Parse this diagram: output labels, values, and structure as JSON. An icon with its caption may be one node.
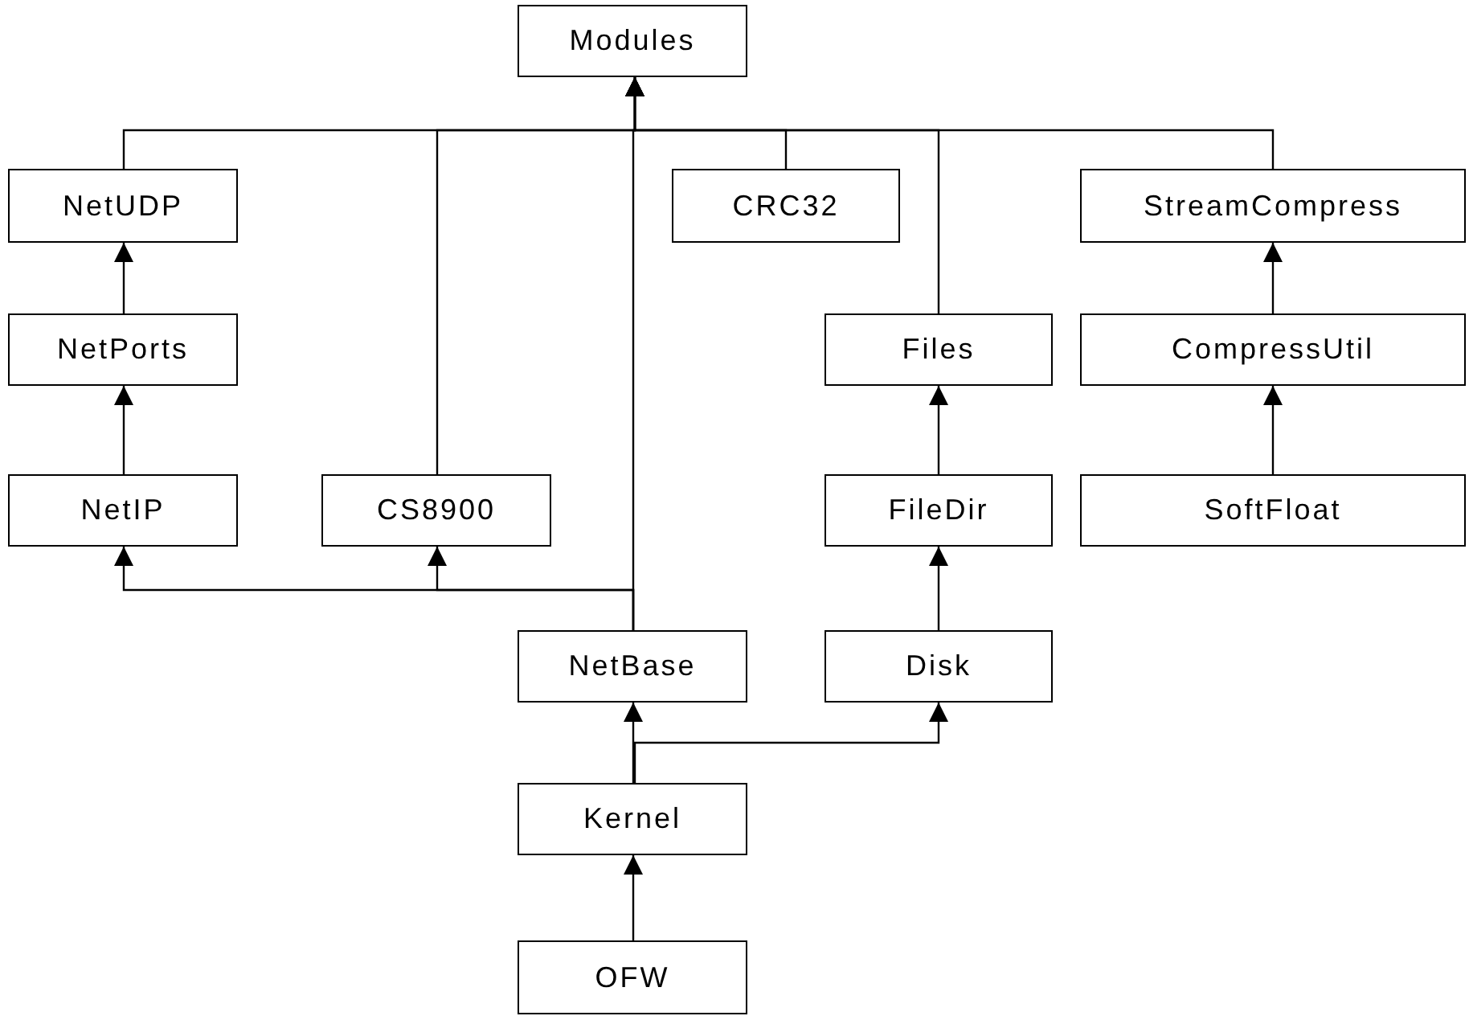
{
  "diagram": {
    "nodes": [
      {
        "text": [
          "Modules"
        ]
      },
      {
        "text": [
          "NetUDP"
        ]
      },
      {
        "text": [
          "CRC32"
        ]
      },
      {
        "text": [
          "StreamCompress"
        ]
      },
      {
        "text": [
          "NetPorts"
        ]
      },
      {
        "text": [
          "Files"
        ]
      },
      {
        "text": [
          "CompressUtil"
        ]
      },
      {
        "text": [
          "NetIP"
        ]
      },
      {
        "text": [
          "CS8900"
        ]
      },
      {
        "text": [
          "FileDir"
        ]
      },
      {
        "text": [
          "SoftFloat"
        ]
      },
      {
        "text": [
          "NetBase"
        ]
      },
      {
        "text": [
          "Disk"
        ]
      },
      {
        "text": [
          "Kernel"
        ]
      },
      {
        "text": [
          "OFW"
        ]
      }
    ],
    "edges": [
      {
        "from": 1,
        "to": 0,
        "arrow": "to"
      },
      {
        "from": 8,
        "to": 0,
        "arrow": "to"
      },
      {
        "from": 11,
        "to": 0,
        "arrow": "to"
      },
      {
        "from": 2,
        "to": 0,
        "arrow": "to"
      },
      {
        "from": 5,
        "to": 0,
        "arrow": "to"
      },
      {
        "from": 3,
        "to": 0,
        "arrow": "to"
      },
      {
        "from": 4,
        "to": 1,
        "arrow": "to"
      },
      {
        "from": 7,
        "to": 4,
        "arrow": "to"
      },
      {
        "from": 11,
        "to": 7,
        "arrow": "to"
      },
      {
        "from": 11,
        "to": 8,
        "arrow": "to"
      },
      {
        "from": 9,
        "to": 5,
        "arrow": "to"
      },
      {
        "from": 12,
        "to": 9,
        "arrow": "to"
      },
      {
        "from": 6,
        "to": 3,
        "arrow": "to"
      },
      {
        "from": 10,
        "to": 6,
        "arrow": "to"
      },
      {
        "from": 13,
        "to": 11,
        "arrow": "to"
      },
      {
        "from": 13,
        "to": 12,
        "arrow": "to"
      },
      {
        "from": 14,
        "to": 13,
        "arrow": "to"
      }
    ]
  }
}
